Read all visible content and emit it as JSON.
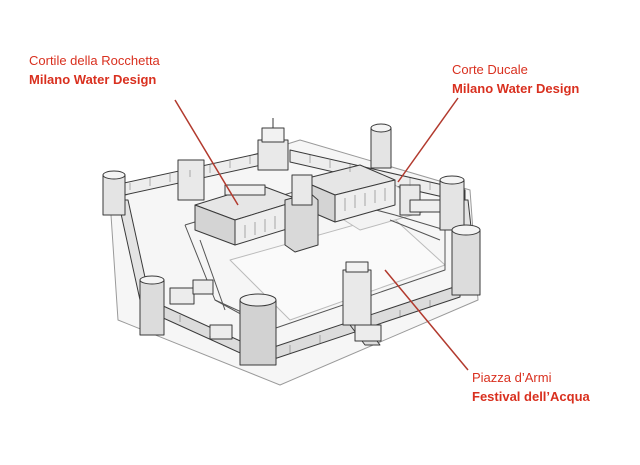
{
  "labels": {
    "rocchetta": {
      "name": "Cortile della Rocchetta",
      "event": "Milano Water Design"
    },
    "ducale": {
      "name": "Corte Ducale",
      "event": "Milano Water Design"
    },
    "armi": {
      "name": "Piazza d’Armi",
      "event": "Festival dell’Acqua"
    }
  },
  "colors": {
    "label": "#d9301f",
    "pointer": "#b23a2e",
    "ink": "#3a3a3a"
  }
}
